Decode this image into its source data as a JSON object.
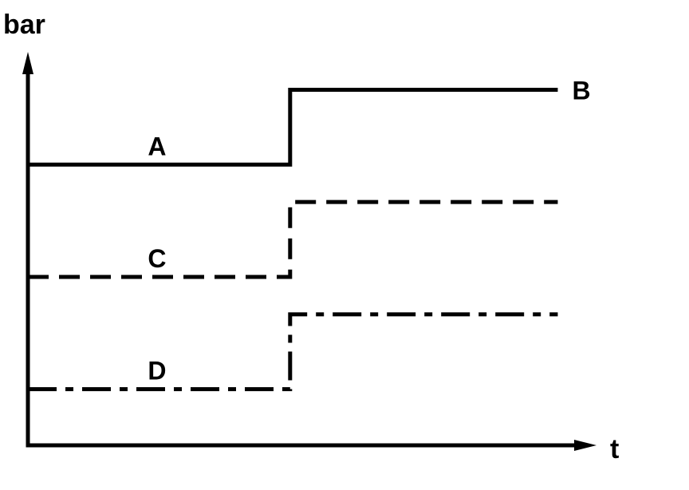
{
  "chart_data": {
    "type": "line",
    "ylabel": "bar",
    "xlabel": "t",
    "xlim": [
      0,
      10
    ],
    "ylim": [
      0,
      10
    ],
    "grid": false,
    "series": [
      {
        "name": "A",
        "step_x": 4.8,
        "y_before": 7.5,
        "y_after": 9.5,
        "x_end": 9.7,
        "style": "solid"
      },
      {
        "name": "C",
        "step_x": 4.8,
        "y_before": 4.5,
        "y_after": 6.5,
        "x_end": 9.7,
        "style": "dashed"
      },
      {
        "name": "D",
        "step_x": 4.8,
        "y_before": 1.5,
        "y_after": 3.5,
        "x_end": 9.7,
        "style": "dash-dot"
      }
    ],
    "annotations": [
      {
        "text": "A",
        "series": "A",
        "position": "before-step"
      },
      {
        "text": "B",
        "series": "A",
        "position": "after-step-end"
      },
      {
        "text": "C",
        "series": "C",
        "position": "before-step"
      },
      {
        "text": "D",
        "series": "D",
        "position": "before-step"
      }
    ],
    "colors": {
      "line": "#000000",
      "background": "#ffffff"
    }
  }
}
